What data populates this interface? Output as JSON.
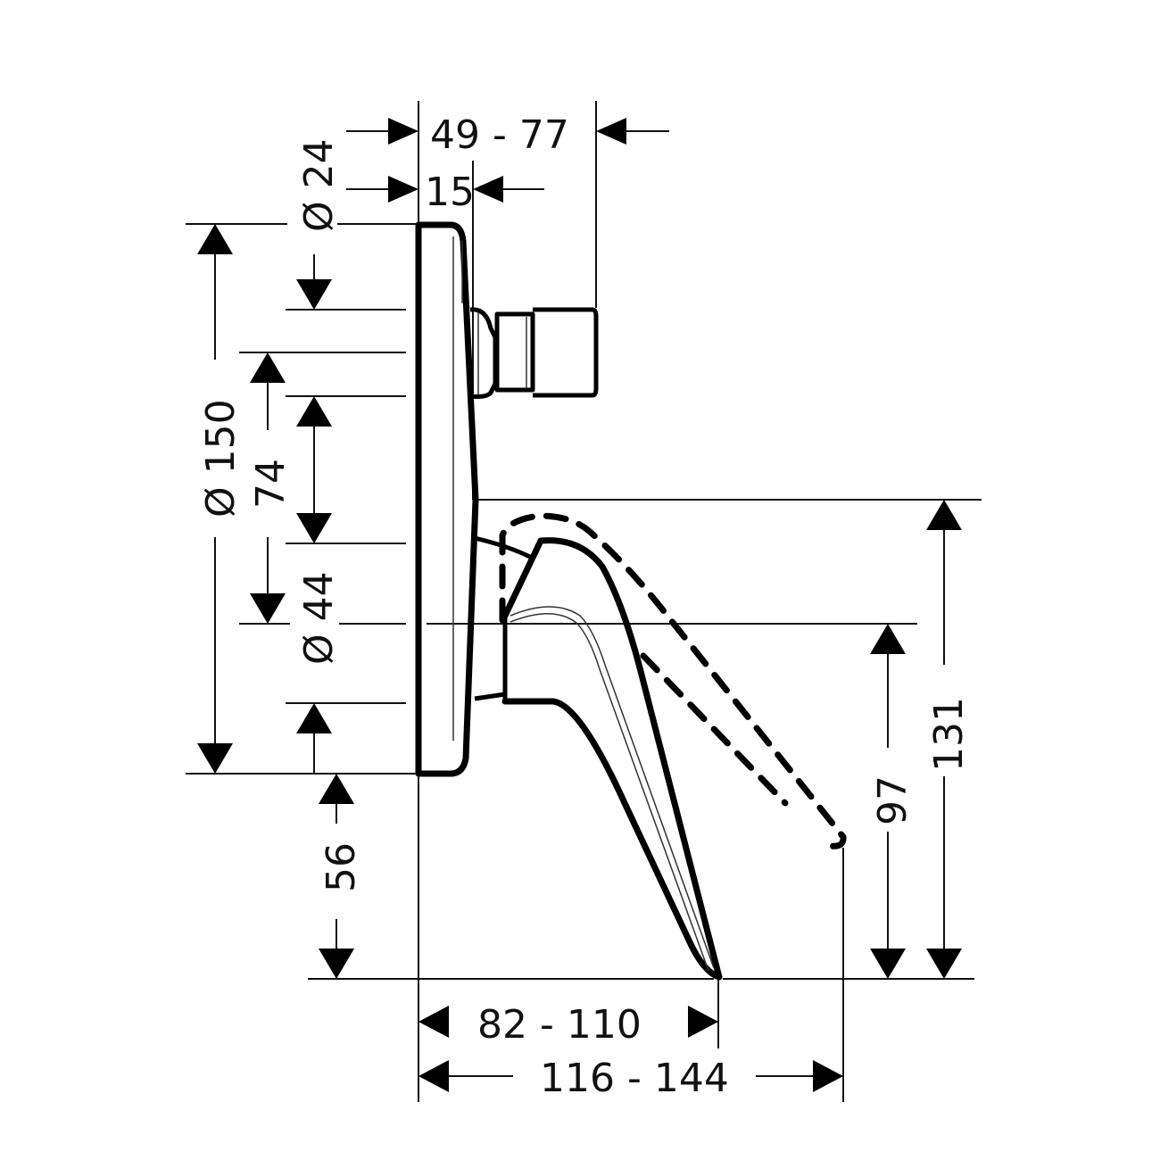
{
  "diagram": {
    "type": "technical-dimension-drawing",
    "subject": "concealed bath mixer with lever handle and diverter knob, side view",
    "colors": {
      "line": "#000000",
      "background": "#ffffff"
    },
    "dimensions": {
      "diverter_diameter": "Ø 24",
      "diverter_projection": "49 - 77",
      "plate_depth": "15",
      "plate_diameter": "Ø 150",
      "diverter_offset": "74",
      "handle_diameter": "Ø 44",
      "floor_to_plate": "56",
      "handle_reach": "82 - 110",
      "handle_reach_max": "116 - 144",
      "handle_height": "97",
      "handle_height_max": "131"
    }
  }
}
